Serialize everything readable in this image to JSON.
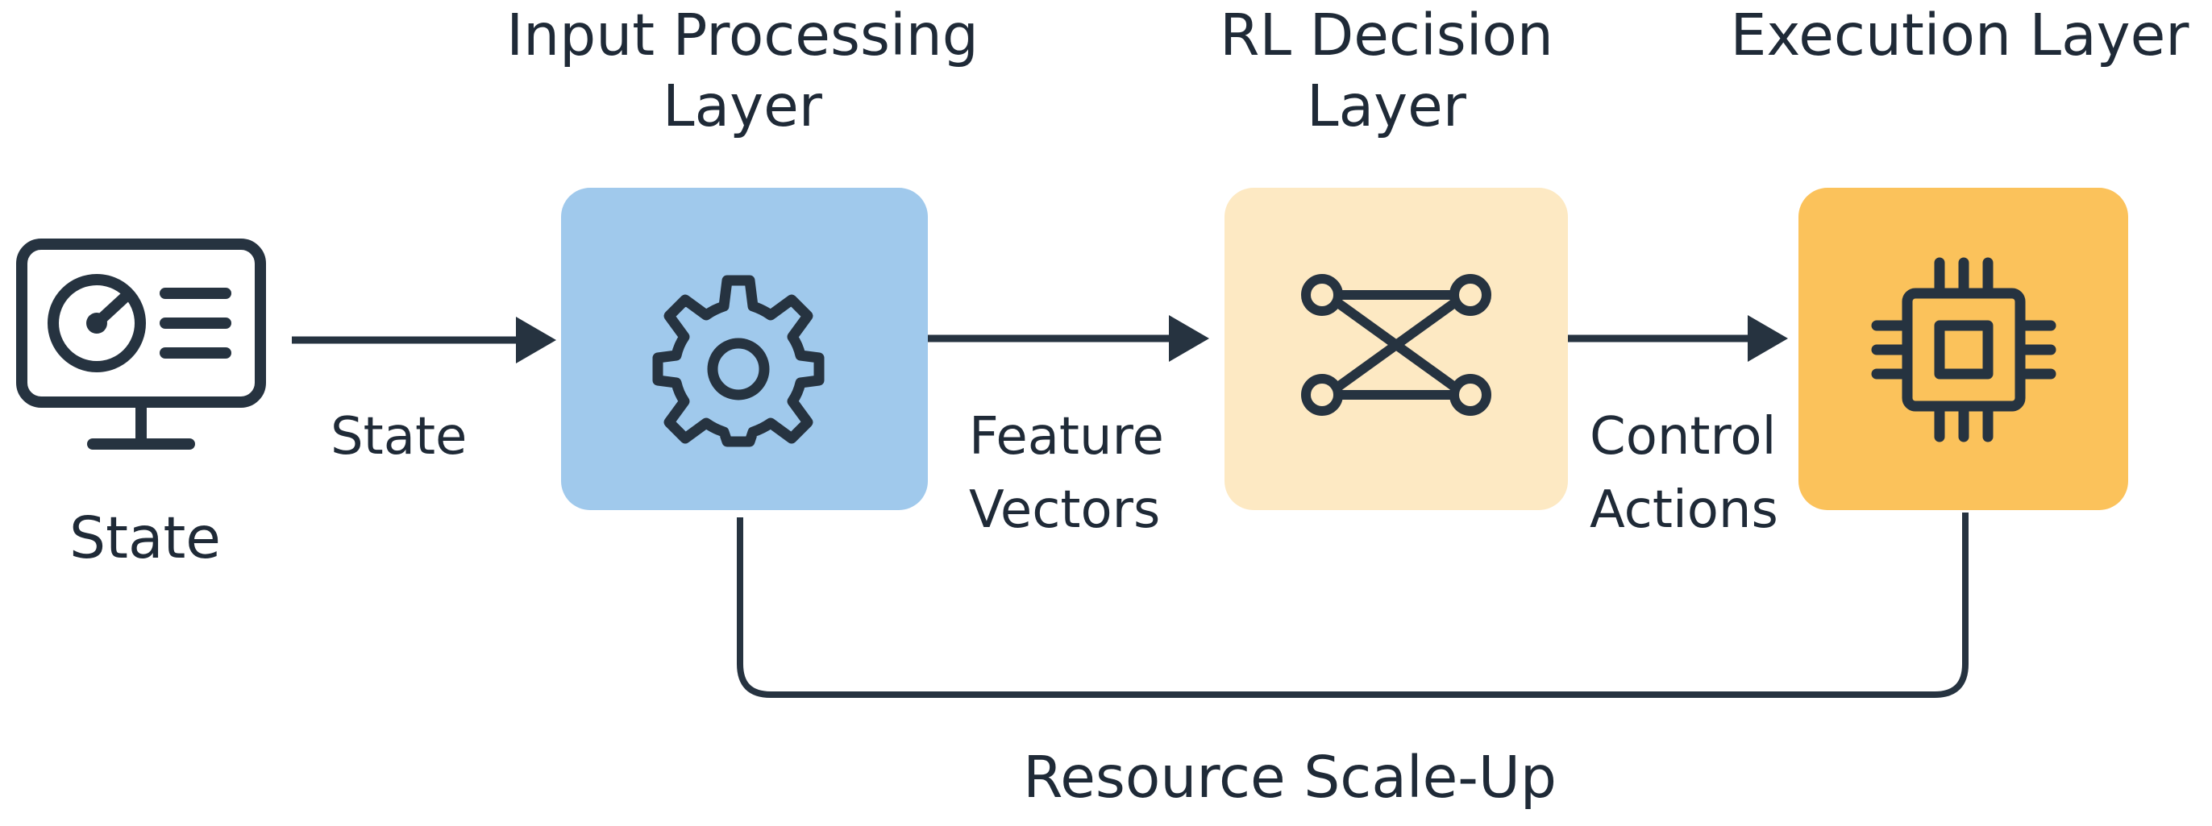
{
  "layers": {
    "input": {
      "title_line1": "Input Processing",
      "title_line2": "Layer",
      "icon": "gear-icon",
      "color": "#a0c9ec"
    },
    "rl": {
      "title_line1": "RL Decision",
      "title_line2": "Layer",
      "icon": "neural-network-icon",
      "color": "#fde9c3"
    },
    "execution": {
      "title_line1": "Execution Layer",
      "icon": "cpu-chip-icon",
      "color": "#fbc25b"
    }
  },
  "source": {
    "label": "State",
    "icon": "monitor-gauge-icon"
  },
  "edges": {
    "state_to_input": "State",
    "input_to_rl_line1": "Feature",
    "input_to_rl_line2": "Vectors",
    "rl_to_exec_line1": "Control",
    "rl_to_exec_line2": "Actions",
    "feedback": "Resource Scale-Up"
  },
  "colors": {
    "ink": "#263340",
    "text": "#1f2a37"
  }
}
